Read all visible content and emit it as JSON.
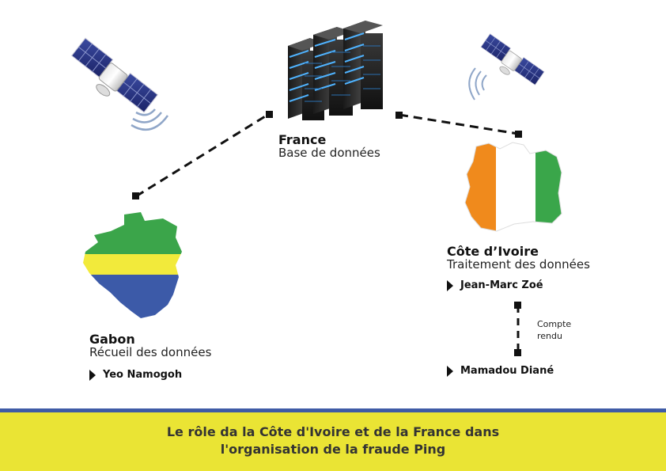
{
  "nodes": {
    "france": {
      "title": "France",
      "subtitle": "Base de données"
    },
    "gabon": {
      "title": "Gabon",
      "subtitle": "Récueil des données",
      "person": "Yeo Namogoh"
    },
    "cote_ivoire": {
      "title": "Côte d’Ivoire",
      "subtitle": "Traitement des données",
      "person_1": "Jean-Marc Zoé",
      "person_2": "Mamadou Diané",
      "link_label_line1": "Compte",
      "link_label_line2": "rendu"
    }
  },
  "caption": {
    "line1": "Le rôle da la Côte d'Ivoire et de la France dans",
    "line2": "l'organisation de la fraude Ping"
  },
  "colors": {
    "footer_background": "#eae434",
    "footer_border": "#3f5ba6",
    "gabon_green": "#3ba54a",
    "gabon_yellow": "#f2ea3b",
    "gabon_blue": "#3c5aa8",
    "ci_orange": "#f08a1c",
    "ci_white": "#ffffff",
    "ci_green": "#3aa64a",
    "connector": "#111111"
  },
  "icons": [
    "satellite-icon",
    "server-rack-icon",
    "gabon-map-icon",
    "cote-ivoire-map-icon"
  ]
}
